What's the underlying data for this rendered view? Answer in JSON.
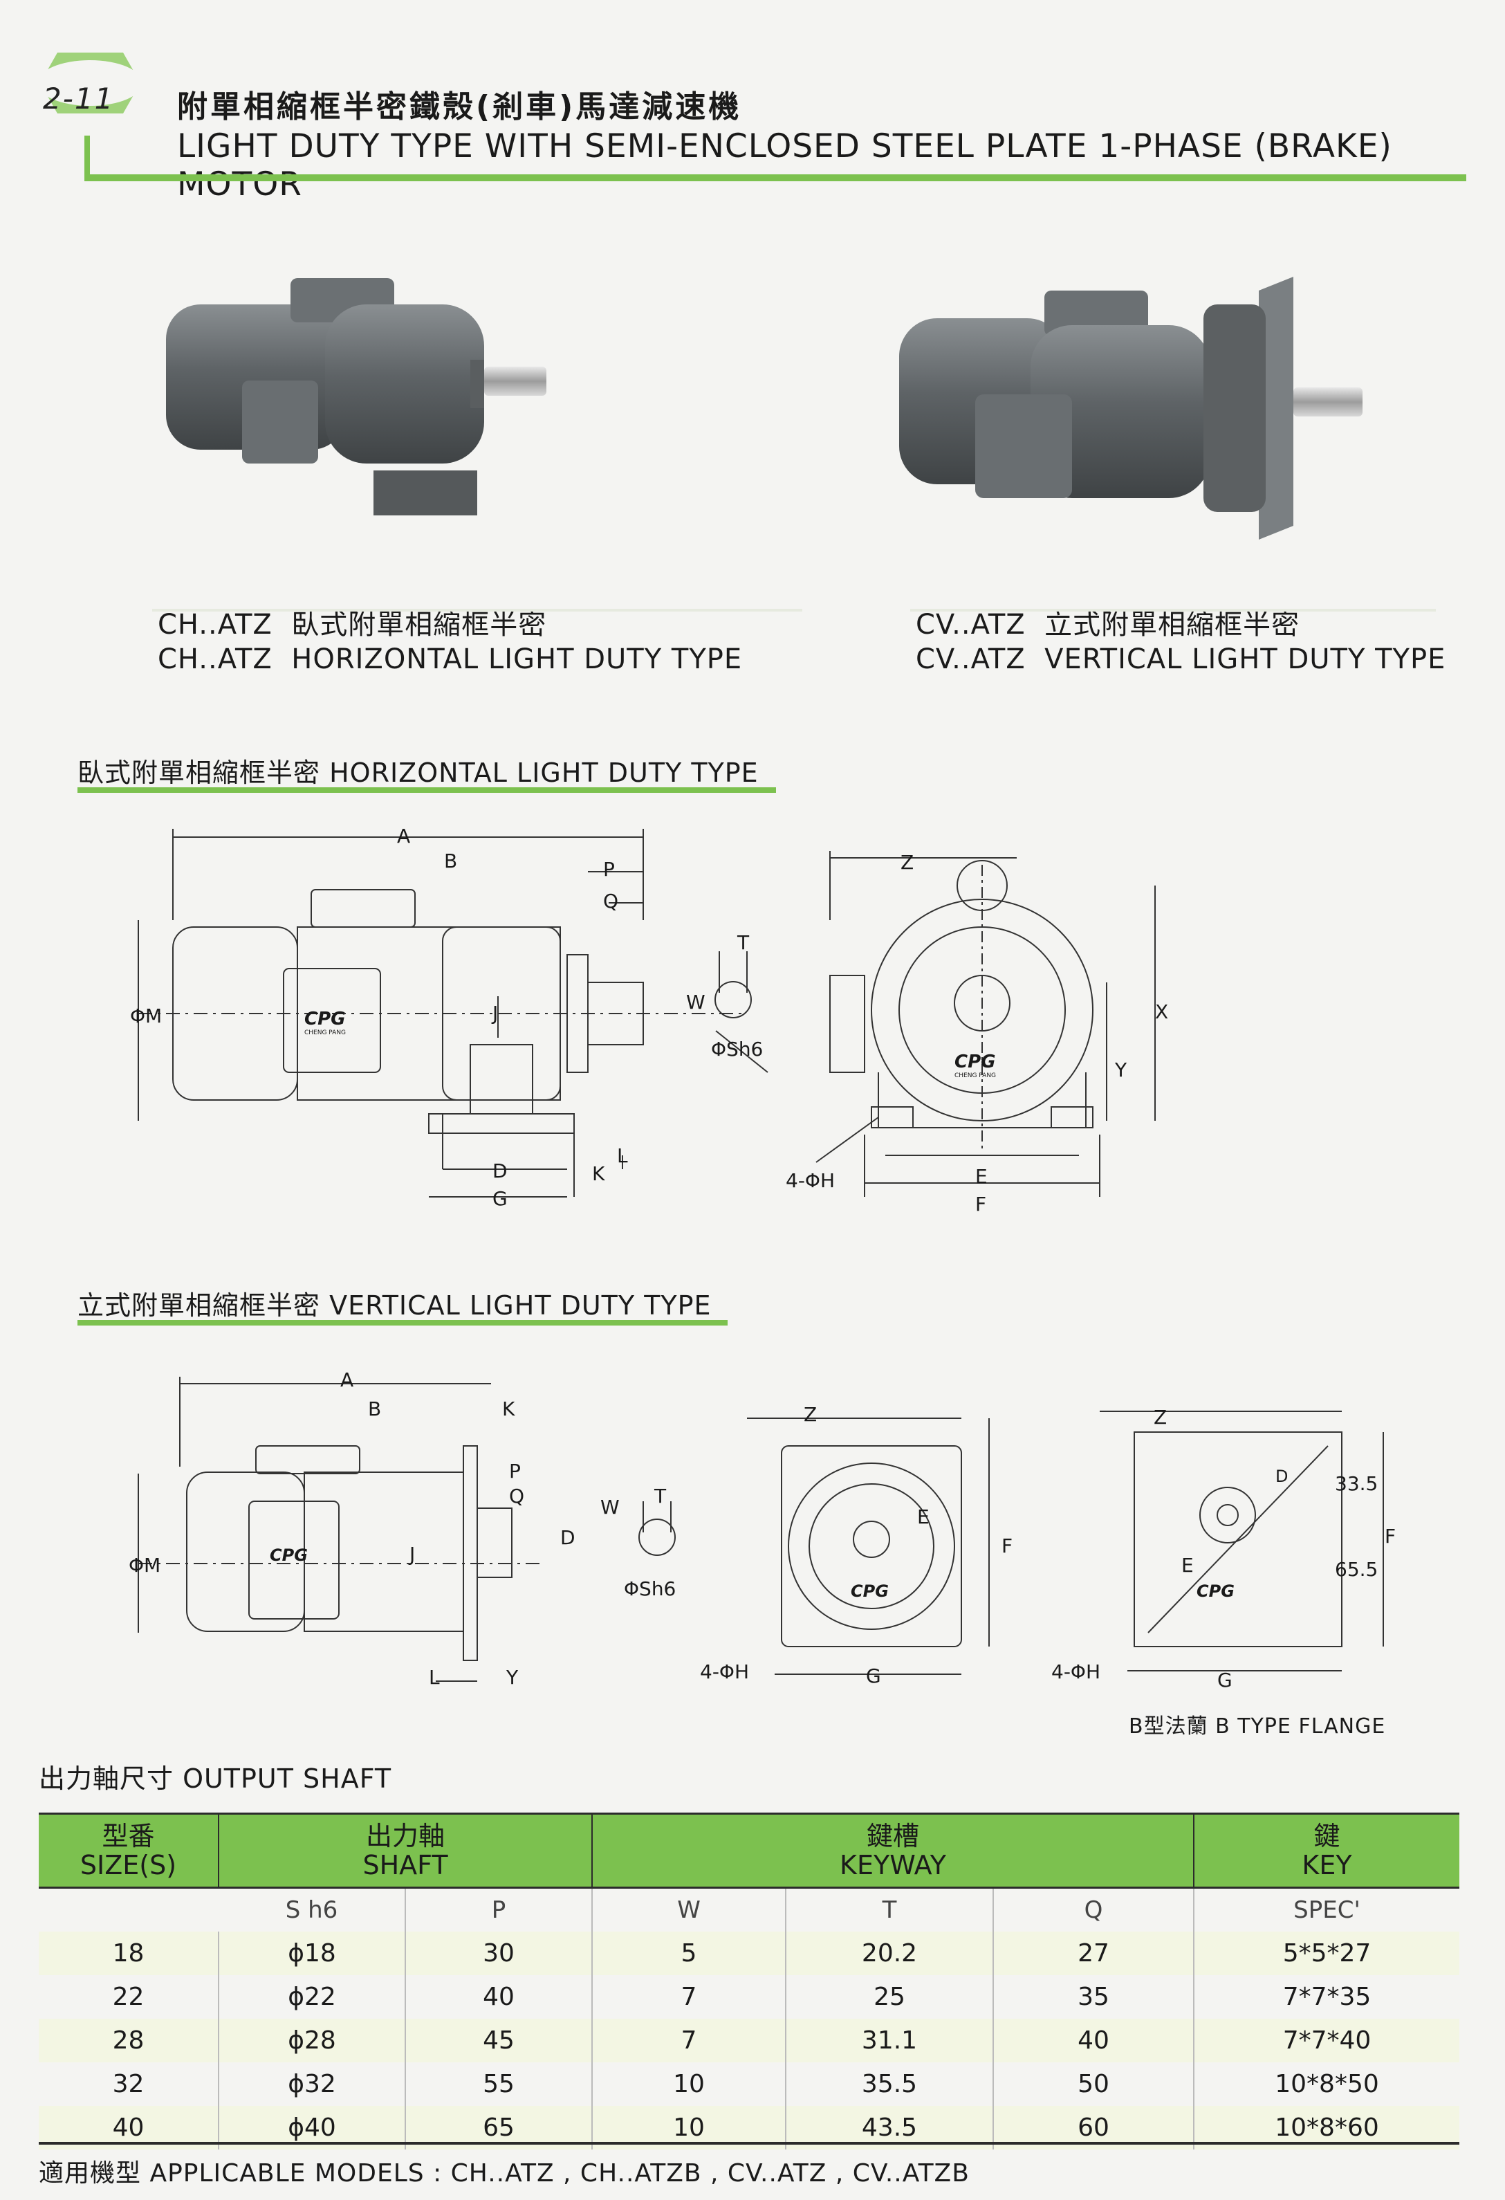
{
  "header": {
    "badge": "2-11",
    "title_cn": "附單相縮框半密鐵殼(剎車)馬達減速機",
    "title_en": "LIGHT DUTY TYPE WITH SEMI-ENCLOSED STEEL PLATE 1-PHASE (BRAKE) MOTOR"
  },
  "products": [
    {
      "cn_model": "CH..ATZ",
      "cn_name": "臥式附單相縮框半密",
      "en_model": "CH..ATZ",
      "en_name": "HORIZONTAL LIGHT DUTY TYPE"
    },
    {
      "cn_model": "CV..ATZ",
      "cn_name": "立式附單相縮框半密",
      "en_model": "CV..ATZ",
      "en_name": "VERTICAL LIGHT DUTY TYPE"
    }
  ],
  "sections": {
    "horizontal": "臥式附單相縮框半密 HORIZONTAL LIGHT DUTY TYPE",
    "vertical": "立式附單相縮框半密 VERTICAL LIGHT DUTY TYPE"
  },
  "brand": {
    "logo": "CPG",
    "name": "CHENG PANG"
  },
  "diagram_labels": {
    "A": "A",
    "B": "B",
    "P": "P",
    "Q": "Q",
    "M": "ΦM",
    "J": "J",
    "D": "D",
    "G": "G",
    "K": "K",
    "L": "L",
    "T": "T",
    "W": "W",
    "Sh6": "ΦSh6",
    "Z": "Z",
    "X": "X",
    "Y": "Y",
    "E": "E",
    "F": "F",
    "H": "4-ΦH",
    "dim_33_5": "33.5",
    "dim_65_5": "65.5",
    "flange_caption": "B型法蘭  B TYPE FLANGE"
  },
  "table": {
    "title": "出力軸尺寸 OUTPUT SHAFT",
    "headers": [
      {
        "cn": "型番",
        "en": "SIZE(S)"
      },
      {
        "cn": "出力軸",
        "en": "SHAFT"
      },
      {
        "cn": "鍵槽",
        "en": "KEYWAY"
      },
      {
        "cn": "鍵",
        "en": "KEY"
      }
    ],
    "subheaders": [
      "",
      "S h6",
      "P",
      "W",
      "T",
      "Q",
      "SPEC'"
    ],
    "rows": [
      [
        "18",
        "ϕ18",
        "30",
        "5",
        "20.2",
        "27",
        "5*5*27"
      ],
      [
        "22",
        "ϕ22",
        "40",
        "7",
        "25",
        "35",
        "7*7*35"
      ],
      [
        "28",
        "ϕ28",
        "45",
        "7",
        "31.1",
        "40",
        "7*7*40"
      ],
      [
        "32",
        "ϕ32",
        "55",
        "10",
        "35.5",
        "50",
        "10*8*50"
      ],
      [
        "40",
        "ϕ40",
        "65",
        "10",
        "43.5",
        "60",
        "10*8*60"
      ]
    ]
  },
  "footer": "適用機型 APPLICABLE MODELS : CH..ATZ , CH..ATZB , CV..ATZ , CV..ATZB",
  "colors": {
    "accent": "#7cc14f",
    "row_alt": "#f3f6e3",
    "motor": "#5f6365"
  }
}
